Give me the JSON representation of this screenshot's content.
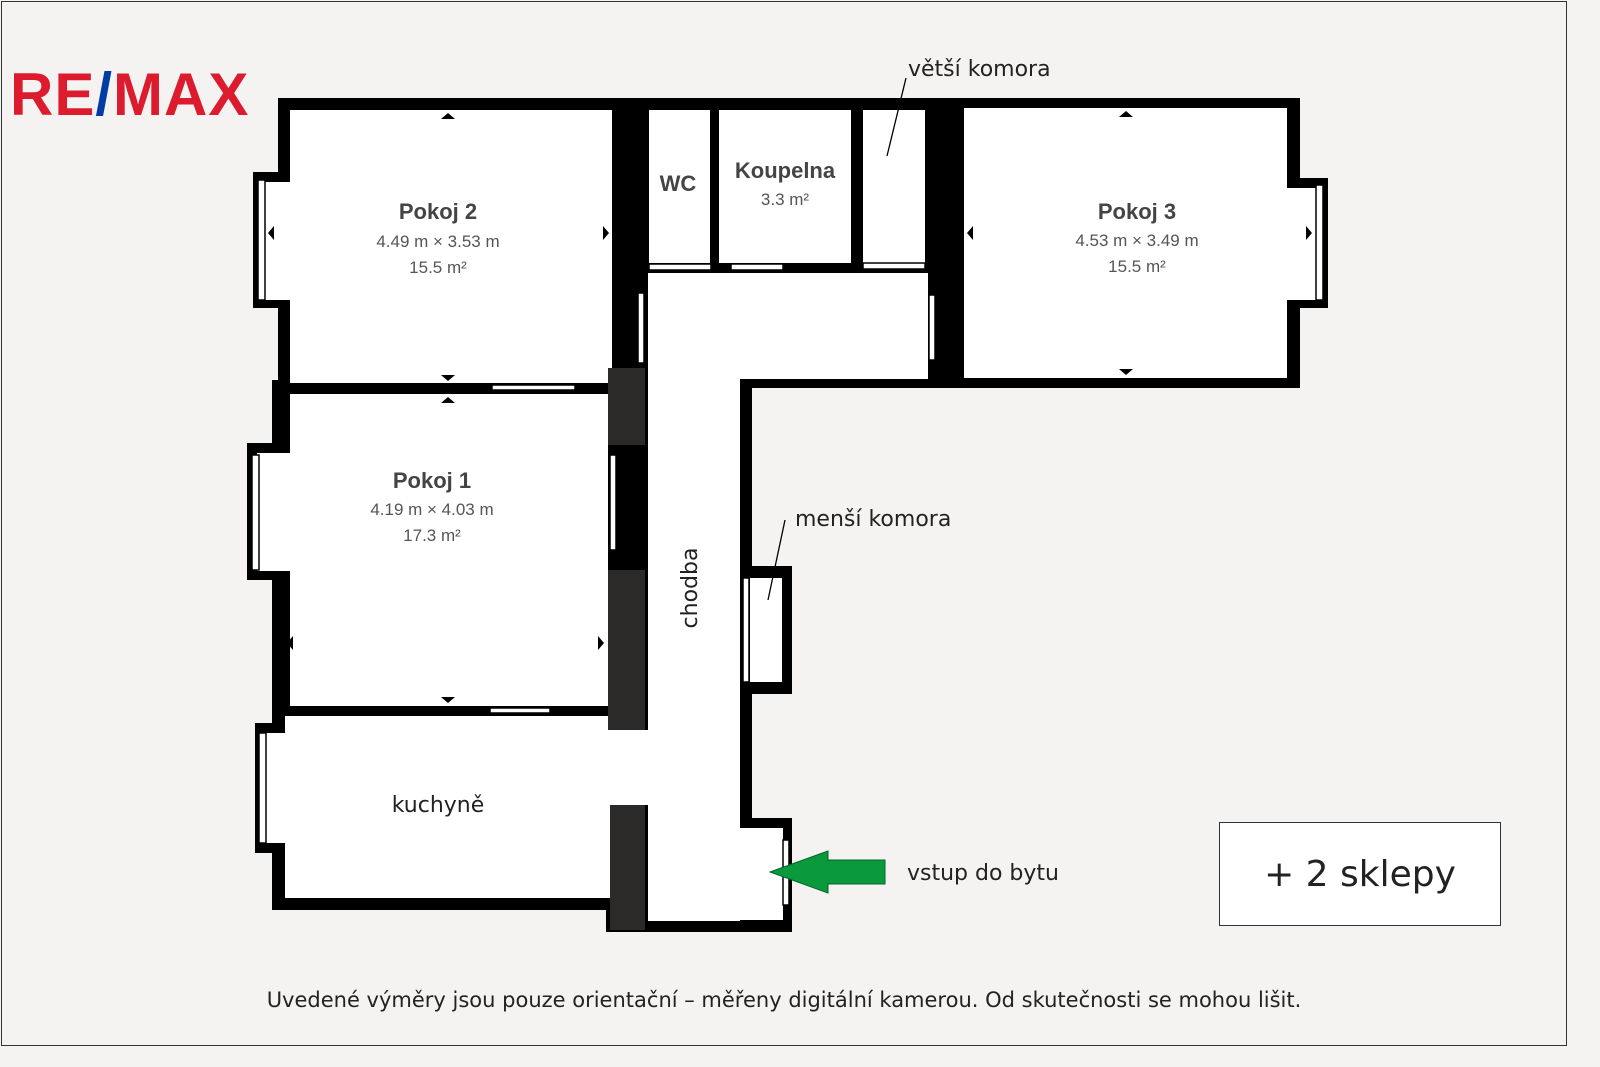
{
  "logo": {
    "part1": "RE",
    "slash": "/",
    "part2": "MAX",
    "colors": {
      "red": "#dc1c2e",
      "blue": "#003da5"
    }
  },
  "rooms": {
    "pokoj2": {
      "name": "Pokoj 2",
      "dims": "4.49 m × 3.53 m",
      "area": "15.5 m²"
    },
    "pokoj1": {
      "name": "Pokoj 1",
      "dims": "4.19 m × 4.03 m",
      "area": "17.3 m²"
    },
    "pokoj3": {
      "name": "Pokoj 3",
      "dims": "4.53 m × 3.49 m",
      "area": "15.5 m²"
    },
    "wc": {
      "name": "WC"
    },
    "koupelna": {
      "name": "Koupelna",
      "area": "3.3 m²"
    },
    "kuchyne": {
      "name": "kuchyně"
    },
    "chodba": {
      "name": "chodba"
    }
  },
  "annotations": {
    "vetsi_komora": "větší komora",
    "mensi_komora": "menší komora",
    "vstup": "vstup do bytu"
  },
  "extra_box": "+ 2 sklepy",
  "footer_note": "Uvedené výměry jsou pouze orientační – měřeny digitální kamerou. Od skutečnosti se mohou lišit.",
  "colors": {
    "arrow": "#0a9a3c",
    "background": "#f4f3f1"
  }
}
